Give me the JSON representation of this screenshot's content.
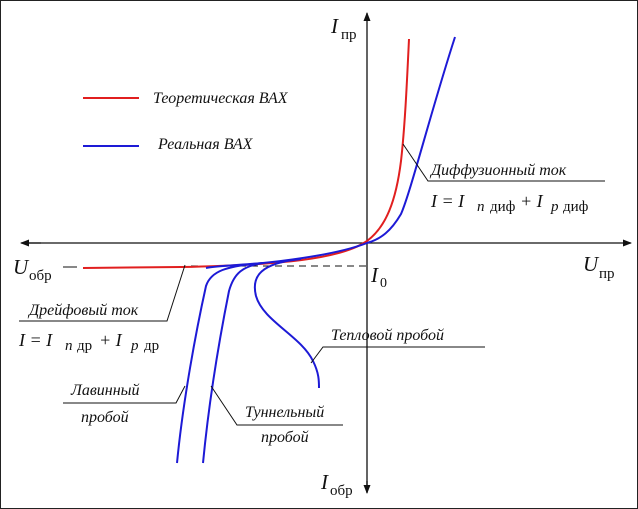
{
  "legend": {
    "theoretical": "Теоретическая ВАХ",
    "real": "Реальная ВАХ",
    "colors": {
      "theoretical": "#e11f1f",
      "real": "#1d1ad6"
    }
  },
  "axes": {
    "i_forward": {
      "main": "I",
      "sub": "пр"
    },
    "i_reverse": {
      "main": "I",
      "sub": "обр"
    },
    "u_forward": {
      "main": "U",
      "sub": "пр"
    },
    "u_reverse": {
      "main": "U",
      "sub": "обр"
    },
    "i0": {
      "main": "I",
      "sub": "0"
    }
  },
  "annotations": {
    "diffusion": {
      "title": "Диффузионный ток",
      "formula": {
        "lhs": "I = I",
        "n": "n",
        "n_sub": "диф",
        "plus": "+ I",
        "p": "p",
        "p_sub": "диф"
      }
    },
    "drift": {
      "title": "Дрейфовый ток",
      "formula": {
        "lhs": "I = I",
        "n": "n",
        "n_sub": "др",
        "plus": "+ I",
        "p": "p",
        "p_sub": "др"
      }
    },
    "thermal": "Тепловой пробой",
    "avalanche": [
      "Лавинный",
      "пробой"
    ],
    "tunnel": [
      "Туннельный",
      "пробой"
    ]
  }
}
